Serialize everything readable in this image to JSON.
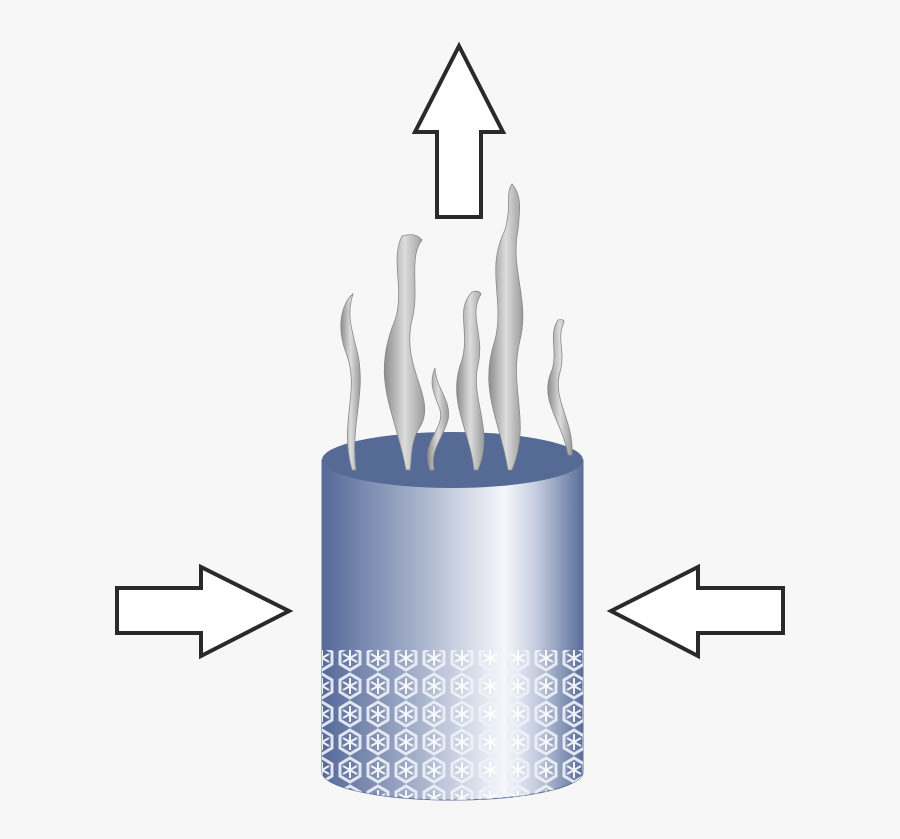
{
  "diagram": {
    "background_color": "#f7f7f7",
    "arrow_stroke_color": "#2a2a2a",
    "arrow_fill_color": "#ffffff",
    "container_top_color": "#566a96",
    "container_dark_color": "#5a6e9a",
    "container_light_color": "#f4f5fa",
    "vapor_color": "#9a9a9a",
    "crystal_color": "#e6ecf6",
    "arrows": [
      {
        "direction": "up",
        "icon": "arrow-up-icon"
      },
      {
        "direction": "right",
        "icon": "arrow-right-icon"
      },
      {
        "direction": "left",
        "icon": "arrow-left-icon"
      }
    ]
  }
}
